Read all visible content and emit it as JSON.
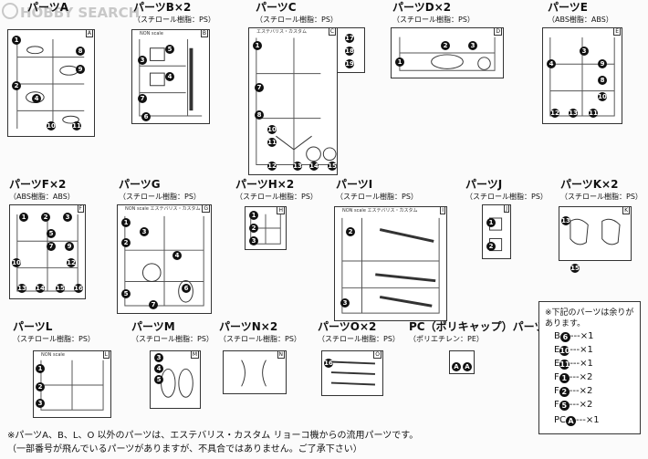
{
  "watermark": {
    "text": "HOBBY SEARCH"
  },
  "parts": [
    {
      "id": "A",
      "title": "パーツA",
      "subtitle": "",
      "tag": "A"
    },
    {
      "id": "B",
      "title": "パーツB×2",
      "subtitle": "（スチロール樹脂：PS）",
      "tag": "B"
    },
    {
      "id": "C",
      "title": "パーツC",
      "subtitle": "（スチロール樹脂：PS）",
      "tag": "C"
    },
    {
      "id": "D",
      "title": "パーツD×2",
      "subtitle": "（スチロール樹脂：PS）",
      "tag": "D"
    },
    {
      "id": "E",
      "title": "パーツE",
      "subtitle": "（ABS樹脂：ABS）",
      "tag": "E"
    },
    {
      "id": "F",
      "title": "パーツF×2",
      "subtitle": "（ABS樹脂：ABS）",
      "tag": "F"
    },
    {
      "id": "G",
      "title": "パーツG",
      "subtitle": "（スチロール樹脂：PS）",
      "tag": "G"
    },
    {
      "id": "H",
      "title": "パーツH×2",
      "subtitle": "（スチロール樹脂：PS）",
      "tag": "H"
    },
    {
      "id": "I",
      "title": "パーツI",
      "subtitle": "（スチロール樹脂：PS）",
      "tag": "I"
    },
    {
      "id": "J",
      "title": "パーツJ",
      "subtitle": "（スチロール樹脂：PS）",
      "tag": "J"
    },
    {
      "id": "K",
      "title": "パーツK×2",
      "subtitle": "（スチロール樹脂：PS）",
      "tag": "K"
    },
    {
      "id": "L",
      "title": "パーツL",
      "subtitle": "（スチロール樹脂：PS）",
      "tag": "L"
    },
    {
      "id": "M",
      "title": "パーツM",
      "subtitle": "（スチロール樹脂：PS）",
      "tag": "M"
    },
    {
      "id": "N",
      "title": "パーツN×2",
      "subtitle": "（スチロール樹脂：PS）",
      "tag": "N"
    },
    {
      "id": "O",
      "title": "パーツO×2",
      "subtitle": "（スチロール樹脂：PS）",
      "tag": "O"
    },
    {
      "id": "PC",
      "title": "PC（ポリキャップ）パーツ",
      "subtitle": "（ポリエチレン：PE）",
      "tag": ""
    }
  ],
  "runner_header": {
    "B": "NON scale",
    "C": "エステバリス・カスタム",
    "G": "NON scale エステバリス・カスタム",
    "I": "NON scale エステバリス・カスタム",
    "L": "NON scale"
  },
  "spare_note": {
    "title": "※下記のパーツは余りがあります。",
    "rows": [
      {
        "letter": "B",
        "num": "6",
        "qty": "---×1"
      },
      {
        "letter": "E",
        "num": "10",
        "qty": "---×1"
      },
      {
        "letter": "E",
        "num": "11",
        "qty": "---×1"
      },
      {
        "letter": "F",
        "num": "1",
        "qty": "---×2"
      },
      {
        "letter": "F",
        "num": "2",
        "qty": "---×2"
      },
      {
        "letter": "F",
        "num": "5",
        "qty": "---×2"
      },
      {
        "letter": "PC",
        "num": "A",
        "qty": "---×1"
      }
    ]
  },
  "footer": {
    "line1": "※パーツA、B、L、O 以外のパーツは、エステバリス・カスタム リョーコ機からの流用パーツです。",
    "line2": "（一部番号が飛んでいるパーツがありますが、不具合ではありません。ご了承下さい）"
  }
}
